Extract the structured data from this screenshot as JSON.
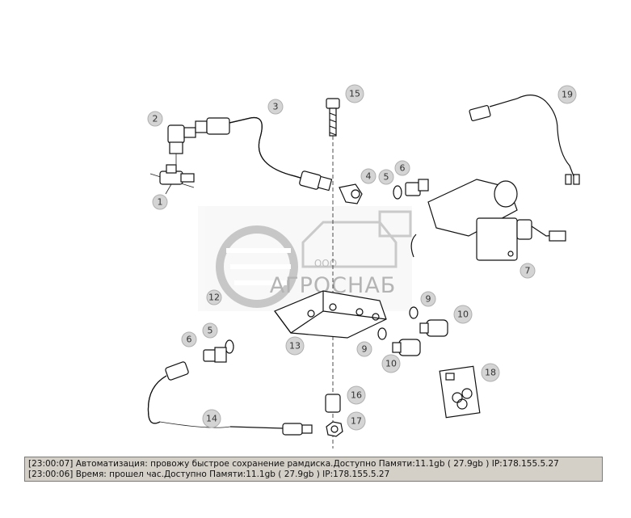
{
  "callouts": {
    "c1": "1",
    "c2": "2",
    "c3": "3",
    "c4": "4",
    "c5a": "5",
    "c5b": "5",
    "c6a": "6",
    "c6b": "6",
    "c7": "7",
    "c9a": "9",
    "c9b": "9",
    "c10a": "10",
    "c10b": "10",
    "c12": "12",
    "c13": "13",
    "c14": "14",
    "c15": "15",
    "c16": "16",
    "c17": "17",
    "c18": "18",
    "c19": "19"
  },
  "watermark": {
    "prefix": "ООО",
    "name": "АГРОСНАБ"
  },
  "log": {
    "lines": [
      "[23:00:07]  Автоматизация: провожу быстрое сохранение рамдиска.Доступно Памяти:11.1gb  ( 27.9gb ) IP:178.155.5.27",
      "[23:00:06]  Время: прошел час.Доступно Памяти:11.1gb  ( 27.9gb ) IP:178.155.5.27"
    ]
  }
}
